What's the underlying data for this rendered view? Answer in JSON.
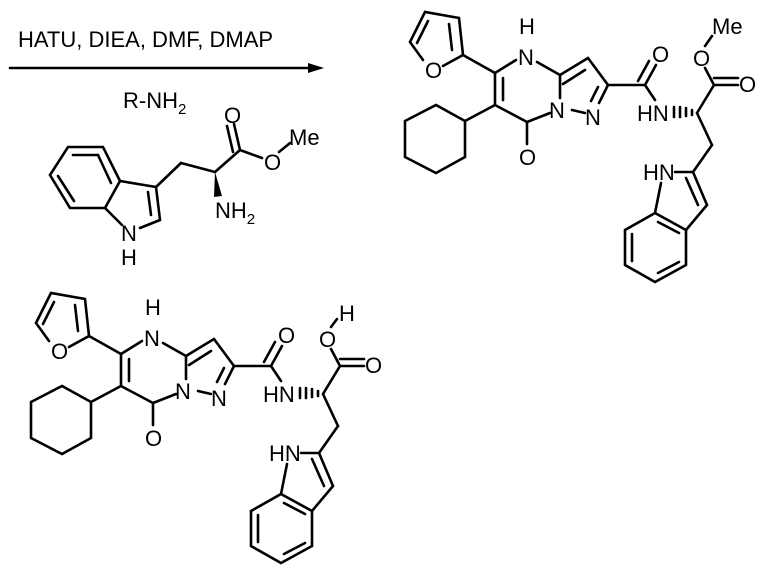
{
  "scheme": {
    "type": "chemical-reaction-scheme",
    "arrow": {
      "reagents_above": "HATU, DIEA, DMF, DMAP",
      "reagents_below": "R-NH",
      "reagents_below_subscript": "2",
      "direction": "right"
    },
    "reagent_structure": {
      "name": "tryptophan methyl ester (R-NH2)",
      "labels": {
        "carbonyl_o": "O",
        "ester_o": "O",
        "methyl": "Me",
        "amine": "NH",
        "amine_sub": "2",
        "indole_n": "N",
        "indole_h": "H"
      }
    },
    "product_ester": {
      "name": "pyrazolo[1,5-a]pyrimidine amide methyl ester",
      "labels": {
        "furan_o": "O",
        "nh_h": "H",
        "nh_n": "N",
        "n1": "N",
        "n2": "N",
        "keto_o": "O",
        "amide_o": "O",
        "amide_nh": "HN",
        "ester_o": "O",
        "ester_carbonyl_o": "O",
        "methyl": "Me",
        "indole_nh": "HN"
      }
    },
    "product_acid": {
      "name": "pyrazolo[1,5-a]pyrimidine amide carboxylic acid",
      "labels": {
        "furan_o": "O",
        "nh_h": "H",
        "nh_n": "N",
        "n1": "N",
        "n2": "N",
        "keto_o": "O",
        "amide_o": "O",
        "amide_nh": "HN",
        "acid_o": "O",
        "acid_carbonyl_o": "O",
        "acid_h": "H",
        "indole_nh": "HN"
      }
    }
  }
}
